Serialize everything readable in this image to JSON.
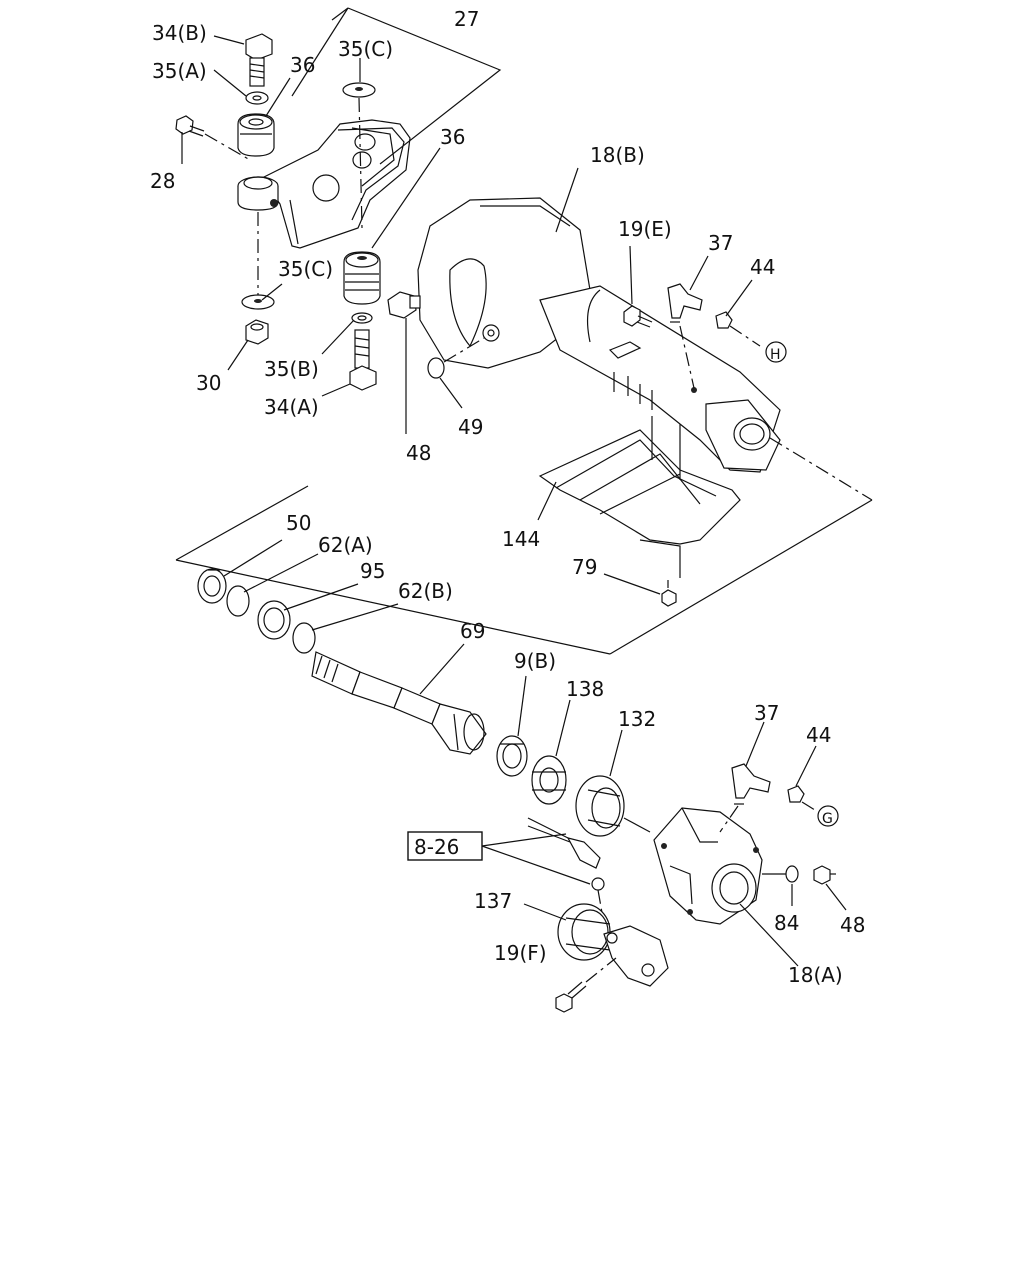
{
  "labels": {
    "l_34B": "34(B)",
    "l_35A": "35(A)",
    "l_36a": "36",
    "l_27": "27",
    "l_35C_top": "35(C)",
    "l_36b": "36",
    "l_28": "28",
    "l_18B": "18(B)",
    "l_19E": "19(E)",
    "l_37a": "37",
    "l_44a": "44",
    "l_35C_mid": "35(C)",
    "l_35B": "35(B)",
    "l_30": "30",
    "l_34A": "34(A)",
    "l_48a": "48",
    "l_49": "49",
    "l_144": "144",
    "l_79": "79",
    "l_50": "50",
    "l_62A": "62(A)",
    "l_95": "95",
    "l_62B": "62(B)",
    "l_69": "69",
    "l_9B": "9(B)",
    "l_138": "138",
    "l_132": "132",
    "l_37b": "37",
    "l_44b": "44",
    "l_8_26": "8-26",
    "l_137": "137",
    "l_19F": "19(F)",
    "l_84": "84",
    "l_48b": "48",
    "l_18A": "18(A)"
  },
  "refs": {
    "ref_H": "H",
    "ref_G": "G"
  }
}
